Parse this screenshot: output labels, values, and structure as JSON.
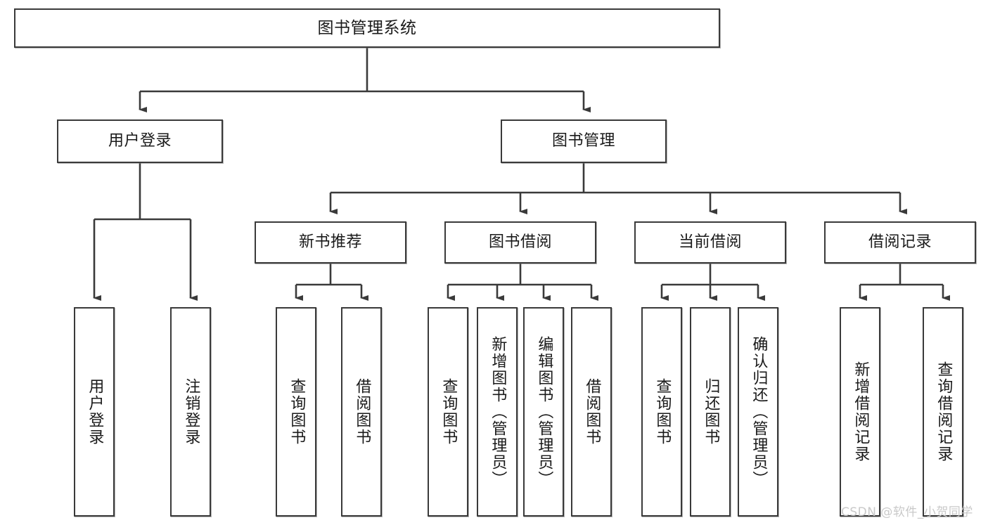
{
  "diagram": {
    "title": "图书管理系统",
    "type": "tree-hierarchy",
    "watermark": "CSDN @软件_小贺同学",
    "colors": {
      "box_border": "#3a3a3a",
      "box_fill": "#ffffff",
      "edge": "#3a3a3a",
      "text": "#1a1a1a",
      "watermark": "#c9c9c9"
    },
    "root": {
      "label": "图书管理系统"
    },
    "level2": [
      {
        "id": "user-login",
        "label": "用户登录"
      },
      {
        "id": "book-management",
        "label": "图书管理"
      }
    ],
    "level3": [
      {
        "id": "new-book-recommend",
        "label": "新书推荐"
      },
      {
        "id": "book-borrow",
        "label": "图书借阅"
      },
      {
        "id": "current-borrow",
        "label": "当前借阅"
      },
      {
        "id": "borrow-record",
        "label": "借阅记录"
      }
    ],
    "leaves": {
      "user_login": [
        {
          "id": "leaf-user-login",
          "label": "用户登录"
        },
        {
          "id": "leaf-logout-login",
          "label": "注销登录"
        }
      ],
      "new_book_recommend": [
        {
          "id": "leaf-query-book-1",
          "label": "查询图书"
        },
        {
          "id": "leaf-borrow-book-1",
          "label": "借阅图书"
        }
      ],
      "book_borrow": [
        {
          "id": "leaf-query-book-2",
          "label": "查询图书"
        },
        {
          "id": "leaf-add-book",
          "label": "新增图书（管理员）"
        },
        {
          "id": "leaf-edit-book",
          "label": "编辑图书（管理员）"
        },
        {
          "id": "leaf-borrow-book-2",
          "label": "借阅图书"
        }
      ],
      "current_borrow": [
        {
          "id": "leaf-query-book-3",
          "label": "查询图书"
        },
        {
          "id": "leaf-return-book",
          "label": "归还图书"
        },
        {
          "id": "leaf-confirm-return",
          "label": "确认归还（管理员）"
        }
      ],
      "borrow_record": [
        {
          "id": "leaf-add-record",
          "label": "新增借阅记录"
        },
        {
          "id": "leaf-query-record",
          "label": "查询借阅记录"
        }
      ]
    }
  }
}
